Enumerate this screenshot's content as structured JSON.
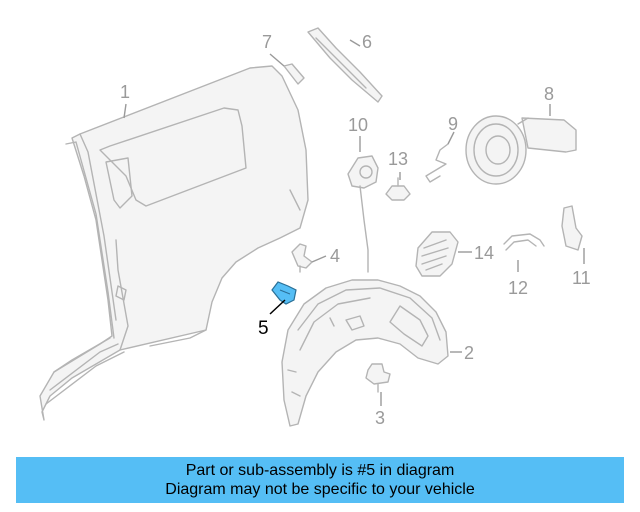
{
  "diagram": {
    "callouts": {
      "c1": "1",
      "c2": "2",
      "c3": "3",
      "c4": "4",
      "c5": "5",
      "c6": "6",
      "c7": "7",
      "c8": "8",
      "c9": "9",
      "c10": "10",
      "c11": "11",
      "c12": "12",
      "c13": "13",
      "c14": "14"
    },
    "highlight_color": "#55bef5",
    "line_color": "#b4b4b4"
  },
  "banner": {
    "line1": "Part or sub-assembly is #5 in diagram",
    "line2": "Diagram may not be specific to your vehicle",
    "background": "#55bef5"
  }
}
